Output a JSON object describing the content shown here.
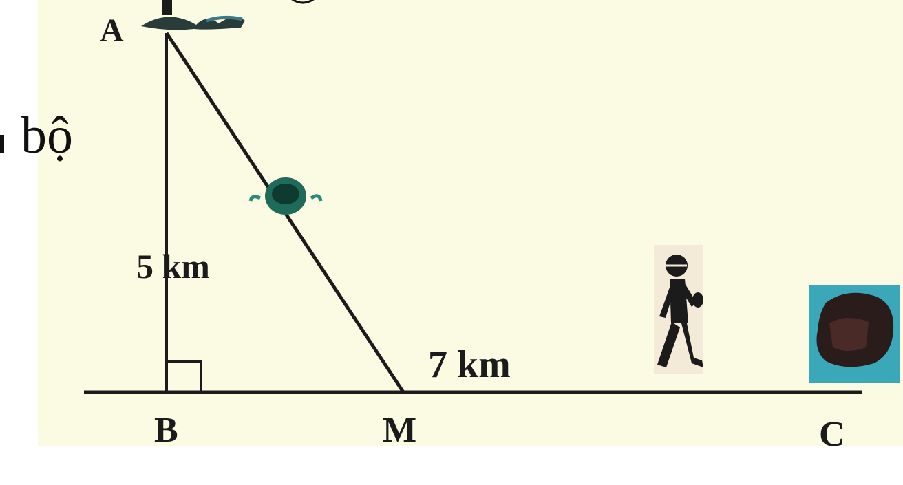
{
  "side_text": {
    "left_word": "bộ"
  },
  "points": {
    "A": "A",
    "B": "B",
    "M": "M",
    "C": "C"
  },
  "measures": {
    "AB": "5 km",
    "MC": "7 km"
  },
  "icons": {
    "at_A": "boat-icon",
    "on_AM": "boat-icon",
    "near_C": "walking-person-icon",
    "at_C": "house-icon"
  },
  "colors": {
    "background": "#fbfbe3",
    "line": "#1b1b1b",
    "boat": "#1f6b5a",
    "tile": "#3aa8b8"
  }
}
